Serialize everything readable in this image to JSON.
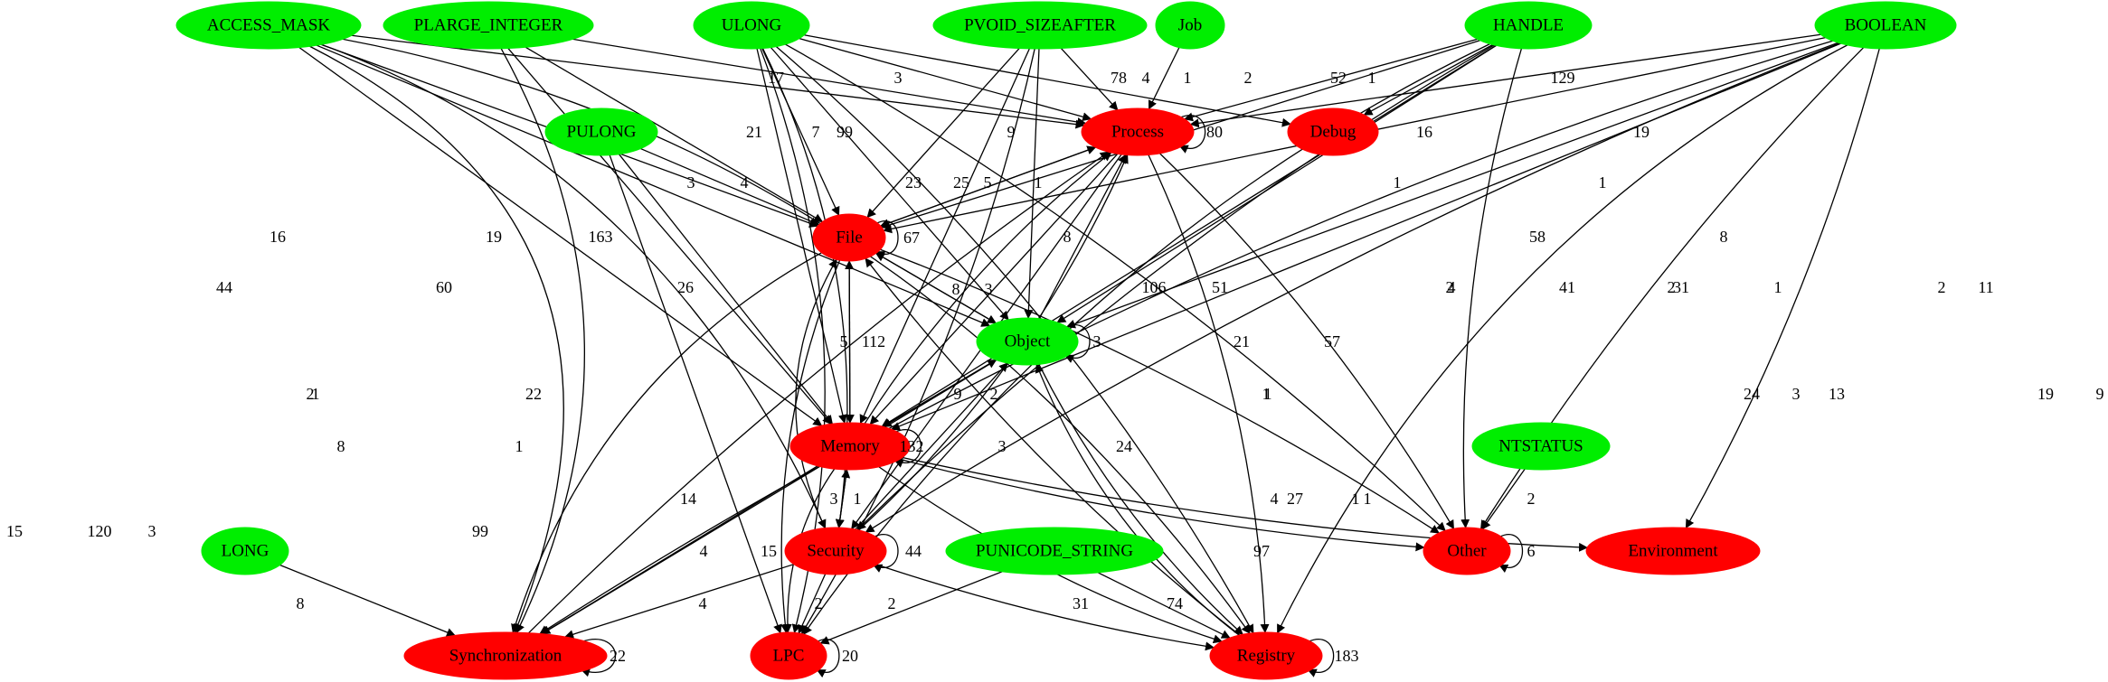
{
  "colors": {
    "type_node": "#00ee00",
    "category_node": "#ff0000",
    "edge": "#000000",
    "background": "#ffffff"
  },
  "nodes": [
    {
      "id": "ACCESS_MASK",
      "label": "ACCESS_MASK",
      "kind": "type"
    },
    {
      "id": "PLARGE_INTEGER",
      "label": "PLARGE_INTEGER",
      "kind": "type"
    },
    {
      "id": "ULONG",
      "label": "ULONG",
      "kind": "type"
    },
    {
      "id": "PVOID_SIZEAFTER",
      "label": "PVOID_SIZEAFTER",
      "kind": "type"
    },
    {
      "id": "Job",
      "label": "Job",
      "kind": "type"
    },
    {
      "id": "HANDLE",
      "label": "HANDLE",
      "kind": "type"
    },
    {
      "id": "BOOLEAN",
      "label": "BOOLEAN",
      "kind": "type"
    },
    {
      "id": "PULONG",
      "label": "PULONG",
      "kind": "type"
    },
    {
      "id": "Process",
      "label": "Process",
      "kind": "category"
    },
    {
      "id": "Debug",
      "label": "Debug",
      "kind": "category"
    },
    {
      "id": "File",
      "label": "File",
      "kind": "category"
    },
    {
      "id": "Object",
      "label": "Object",
      "kind": "type"
    },
    {
      "id": "Memory",
      "label": "Memory",
      "kind": "category"
    },
    {
      "id": "NTSTATUS",
      "label": "NTSTATUS",
      "kind": "type"
    },
    {
      "id": "LONG",
      "label": "LONG",
      "kind": "type"
    },
    {
      "id": "Security",
      "label": "Security",
      "kind": "category"
    },
    {
      "id": "PUNICODE_STRING",
      "label": "PUNICODE_STRING",
      "kind": "type"
    },
    {
      "id": "Other",
      "label": "Other",
      "kind": "category"
    },
    {
      "id": "Environment",
      "label": "Environment",
      "kind": "category"
    },
    {
      "id": "Synchronization",
      "label": "Synchronization",
      "kind": "category"
    },
    {
      "id": "LPC",
      "label": "LPC",
      "kind": "category"
    },
    {
      "id": "Registry",
      "label": "Registry",
      "kind": "category"
    }
  ],
  "edges": [
    {
      "from": "ACCESS_MASK",
      "to": "Process",
      "label": "17"
    },
    {
      "from": "ACCESS_MASK",
      "to": "File",
      "label": "21"
    },
    {
      "from": "ACCESS_MASK",
      "to": "Object",
      "label": "4"
    },
    {
      "from": "ACCESS_MASK",
      "to": "Memory",
      "label": "16"
    },
    {
      "from": "ACCESS_MASK",
      "to": "Security",
      "label": "44"
    },
    {
      "from": "ACCESS_MASK",
      "to": "Synchronization",
      "label": "15"
    },
    {
      "from": "ACCESS_MASK",
      "to": "Registry",
      "label": "120"
    },
    {
      "from": "PLARGE_INTEGER",
      "to": "Process",
      "label": "3"
    },
    {
      "from": "PLARGE_INTEGER",
      "to": "File",
      "label": "7"
    },
    {
      "from": "PLARGE_INTEGER",
      "to": "Memory",
      "label": "19"
    },
    {
      "from": "PLARGE_INTEGER",
      "to": "Synchronization",
      "label": "3"
    },
    {
      "from": "ULONG",
      "to": "Process",
      "label": "78"
    },
    {
      "from": "ULONG",
      "to": "File",
      "label": "99"
    },
    {
      "from": "ULONG",
      "to": "Object",
      "label": "5"
    },
    {
      "from": "ULONG",
      "to": "Memory",
      "label": "163"
    },
    {
      "from": "ULONG",
      "to": "Security",
      "label": "60"
    },
    {
      "from": "ULONG",
      "to": "LPC",
      "label": "99"
    },
    {
      "from": "ULONG",
      "to": "Debug",
      "label": "2"
    },
    {
      "from": "ULONG",
      "to": "Other",
      "label": "4"
    },
    {
      "from": "ULONG",
      "to": "Registry",
      "label": "24"
    },
    {
      "from": "PVOID_SIZEAFTER",
      "to": "Process",
      "label": "4"
    },
    {
      "from": "PVOID_SIZEAFTER",
      "to": "File",
      "label": "9"
    },
    {
      "from": "PVOID_SIZEAFTER",
      "to": "Object",
      "label": "1"
    },
    {
      "from": "PVOID_SIZEAFTER",
      "to": "Memory",
      "label": "1"
    },
    {
      "from": "PVOID_SIZEAFTER",
      "to": "LPC",
      "label": "2"
    },
    {
      "from": "Job",
      "to": "Process",
      "label": "1"
    },
    {
      "from": "HANDLE",
      "to": "Process",
      "label": "52"
    },
    {
      "from": "HANDLE",
      "to": "Debug",
      "label": "1"
    },
    {
      "from": "HANDLE",
      "to": "File",
      "label": "16"
    },
    {
      "from": "HANDLE",
      "to": "Object",
      "label": "1"
    },
    {
      "from": "HANDLE",
      "to": "Memory",
      "label": "58"
    },
    {
      "from": "HANDLE",
      "to": "Security",
      "label": "41"
    },
    {
      "from": "HANDLE",
      "to": "Other",
      "label": "1"
    },
    {
      "from": "HANDLE",
      "to": "LPC",
      "label": "3"
    },
    {
      "from": "BOOLEAN",
      "to": "Process",
      "label": "129"
    },
    {
      "from": "BOOLEAN",
      "to": "File",
      "label": "19"
    },
    {
      "from": "BOOLEAN",
      "to": "Object",
      "label": "1"
    },
    {
      "from": "BOOLEAN",
      "to": "Memory",
      "label": "8"
    },
    {
      "from": "BOOLEAN",
      "to": "Security",
      "label": "31"
    },
    {
      "from": "BOOLEAN",
      "to": "Other",
      "label": "2"
    },
    {
      "from": "BOOLEAN",
      "to": "Environment",
      "label": "11"
    },
    {
      "from": "BOOLEAN",
      "to": "Synchronization",
      "label": "19"
    },
    {
      "from": "BOOLEAN",
      "to": "Registry",
      "label": "9"
    },
    {
      "from": "PULONG",
      "to": "File",
      "label": "3"
    },
    {
      "from": "PULONG",
      "to": "Memory",
      "label": "26"
    },
    {
      "from": "PULONG",
      "to": "LPC",
      "label": "2"
    },
    {
      "from": "Process",
      "to": "Process",
      "label": "80"
    },
    {
      "from": "Process",
      "to": "File",
      "label": "25"
    },
    {
      "from": "Process",
      "to": "Memory",
      "label": "51"
    },
    {
      "from": "Process",
      "to": "Security",
      "label": "21"
    },
    {
      "from": "Process",
      "to": "Other",
      "label": "2"
    },
    {
      "from": "Process",
      "to": "Registry",
      "label": "13"
    },
    {
      "from": "File",
      "to": "Process",
      "label": "23"
    },
    {
      "from": "File",
      "to": "File",
      "label": "67"
    },
    {
      "from": "File",
      "to": "Object",
      "label": "3"
    },
    {
      "from": "File",
      "to": "Memory",
      "label": "112"
    },
    {
      "from": "File",
      "to": "Other",
      "label": "1"
    },
    {
      "from": "File",
      "to": "Synchronization",
      "label": "8"
    },
    {
      "from": "File",
      "to": "LPC",
      "label": "1"
    },
    {
      "from": "Object",
      "to": "Process",
      "label": "8"
    },
    {
      "from": "Object",
      "to": "File",
      "label": "8"
    },
    {
      "from": "Object",
      "to": "Object",
      "label": "3"
    },
    {
      "from": "Object",
      "to": "Memory",
      "label": "9"
    },
    {
      "from": "Object",
      "to": "Synchronization",
      "label": "14"
    },
    {
      "from": "Object",
      "to": "Registry",
      "label": "27"
    },
    {
      "from": "Memory",
      "to": "Process",
      "label": "106"
    },
    {
      "from": "Memory",
      "to": "File",
      "label": "5"
    },
    {
      "from": "Memory",
      "to": "Object",
      "label": "2"
    },
    {
      "from": "Memory",
      "to": "Memory",
      "label": "132"
    },
    {
      "from": "Memory",
      "to": "Security",
      "label": "3"
    },
    {
      "from": "Memory",
      "to": "Other",
      "label": "4"
    },
    {
      "from": "Memory",
      "to": "Environment",
      "label": "1"
    },
    {
      "from": "Memory",
      "to": "Synchronization",
      "label": "4"
    },
    {
      "from": "Memory",
      "to": "LPC",
      "label": "15"
    },
    {
      "from": "Memory",
      "to": "Registry",
      "label": "97"
    },
    {
      "from": "Security",
      "to": "Process",
      "label": "57"
    },
    {
      "from": "Security",
      "to": "File",
      "label": "22"
    },
    {
      "from": "Security",
      "to": "Object",
      "label": "3"
    },
    {
      "from": "Security",
      "to": "Memory",
      "label": "1"
    },
    {
      "from": "Security",
      "to": "Security",
      "label": "44"
    },
    {
      "from": "Security",
      "to": "Synchronization",
      "label": "4"
    },
    {
      "from": "Security",
      "to": "LPC",
      "label": "2"
    },
    {
      "from": "Security",
      "to": "Registry",
      "label": "31"
    },
    {
      "from": "Synchronization",
      "to": "Synchronization",
      "label": "22"
    },
    {
      "from": "Synchronization",
      "to": "Process",
      "label": "1"
    },
    {
      "from": "LPC",
      "to": "LPC",
      "label": "20"
    },
    {
      "from": "Registry",
      "to": "Registry",
      "label": "183"
    },
    {
      "from": "Registry",
      "to": "File",
      "label": "24"
    },
    {
      "from": "Registry",
      "to": "Object",
      "label": "1"
    },
    {
      "from": "NTSTATUS",
      "to": "Other",
      "label": "2"
    },
    {
      "from": "Other",
      "to": "Other",
      "label": "6"
    },
    {
      "from": "LONG",
      "to": "Synchronization",
      "label": "8"
    },
    {
      "from": "PUNICODE_STRING",
      "to": "LPC",
      "label": "2"
    },
    {
      "from": "PUNICODE_STRING",
      "to": "Registry",
      "label": "74"
    }
  ]
}
